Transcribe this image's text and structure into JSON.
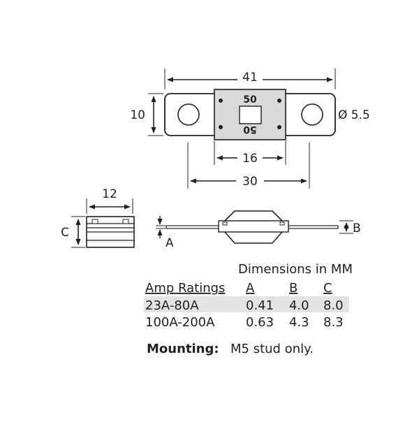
{
  "top_view": {
    "dimension_overall": "41",
    "dimension_height": "10",
    "dimension_hole": "Ø 5.5",
    "dimension_body": "16",
    "dimension_centers": "30",
    "rating_top": "50",
    "rating_bottom": "50"
  },
  "end_view": {
    "dimension_width": "12",
    "dimension_c": "C"
  },
  "side_view": {
    "dimension_a": "A",
    "dimension_b": "B"
  },
  "table": {
    "heading": "Dimensions in MM",
    "columns": [
      "Amp Ratings",
      "A",
      "B",
      "C"
    ],
    "rows": [
      [
        "23A-80A",
        "0.41",
        "4.0",
        "8.0"
      ],
      [
        "100A-200A",
        "0.63",
        "4.3",
        "8.3"
      ]
    ]
  },
  "mounting": {
    "label": "Mounting:",
    "text": "M5 stud only."
  },
  "colors": {
    "line": "#231f20",
    "body_fill": "#d9d9d9",
    "row_highlight": "#e3e3e3"
  }
}
